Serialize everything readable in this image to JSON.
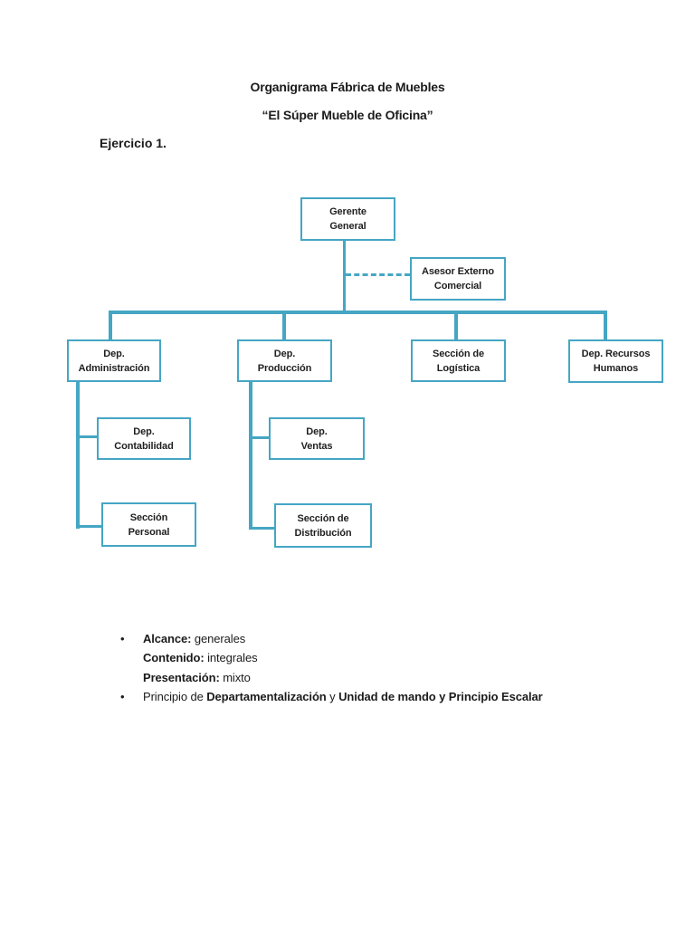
{
  "document": {
    "title": "Organigrama Fábrica de Muebles",
    "subtitle": "“El Súper Mueble de Oficina”",
    "exercise_label": "Ejercicio 1."
  },
  "diagram": {
    "accent_color": "#45a6c4",
    "nodes": {
      "gerente_general": {
        "line1": "Gerente",
        "line2": "General"
      },
      "asesor_externo": {
        "line1": "Asesor Externo",
        "line2": "Comercial"
      },
      "dep_administracion": {
        "line1": "Dep.",
        "line2": "Administración"
      },
      "dep_produccion": {
        "line1": "Dep.",
        "line2": "Producción"
      },
      "seccion_logistica": {
        "line1": "Sección de",
        "line2": "Logística"
      },
      "dep_recursos_humanos": {
        "line1": "Dep. Recursos",
        "line2": "Humanos"
      },
      "dep_contabilidad": {
        "line1": "Dep.",
        "line2": "Contabilidad"
      },
      "seccion_personal": {
        "line1": "Sección",
        "line2": "Personal"
      },
      "dep_ventas": {
        "line1": "Dep.",
        "line2": "Ventas"
      },
      "seccion_distribucion": {
        "line1": "Sección de",
        "line2": "Distribución"
      }
    }
  },
  "notes": {
    "bullet_glyph": "•",
    "bullet1": {
      "line1_label": "Alcance:",
      "line1_value": " generales",
      "line2_label": "Contenido:",
      "line2_value": " integrales",
      "line3_label": "Presentación:",
      "line3_value": " mixto"
    },
    "bullet2": {
      "prefix": "Principio de ",
      "bold1": "Departamentalización",
      "middle": " y ",
      "bold2": "Unidad de mando y Principio Escalar"
    }
  }
}
